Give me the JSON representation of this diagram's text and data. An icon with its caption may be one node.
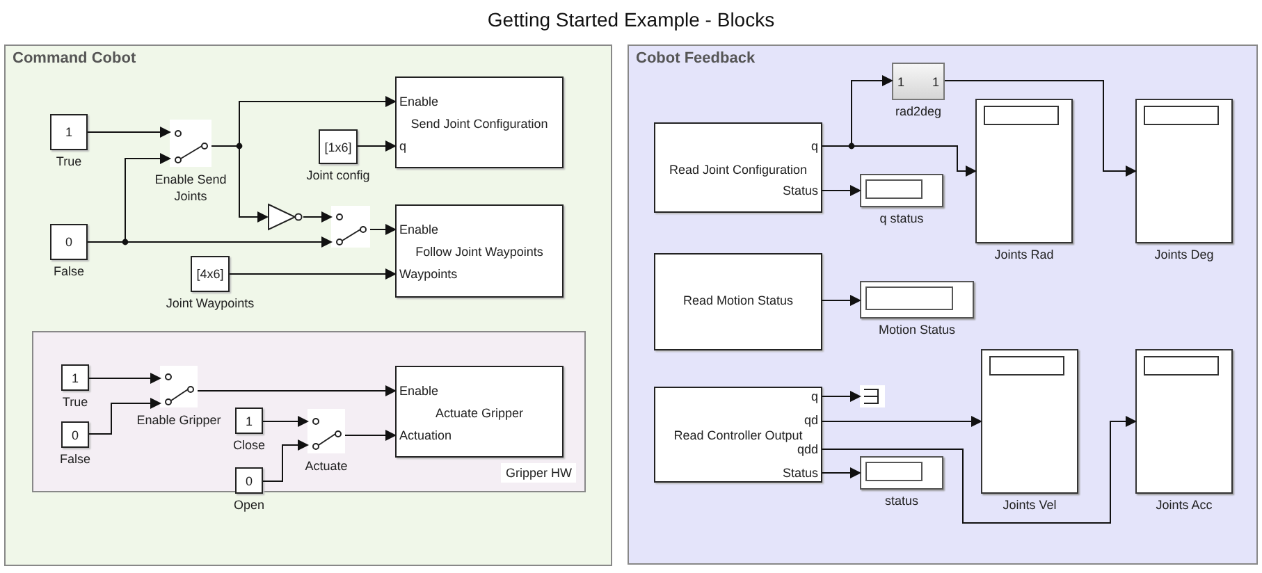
{
  "diagram": {
    "title": "Getting Started Example - Blocks",
    "nodes": [
      {
        "text": [
          "Command Cobot"
        ]
      },
      {
        "text": [
          "1"
        ],
        "in": 0,
        "beside": [
          "True"
        ]
      },
      {
        "text": [],
        "shape": "switch",
        "in": 0,
        "beside": [
          "Enable Send Joints"
        ]
      },
      {
        "text": [
          "0"
        ],
        "in": 0,
        "beside": [
          "False"
        ]
      },
      {
        "text": [
          "Enable",
          "Send Joint Configuration",
          "q"
        ],
        "in": 0
      },
      {
        "text": [
          "[1x6]"
        ],
        "in": 0,
        "beside": [
          "Joint config"
        ]
      },
      {
        "text": [],
        "shape": "triangle",
        "in": 0
      },
      {
        "text": [],
        "shape": "switch",
        "in": 0
      },
      {
        "text": [
          "Enable",
          "Follow Joint Waypoints",
          "Waypoints"
        ],
        "in": 0
      },
      {
        "text": [
          "[4x6]"
        ],
        "in": 0,
        "beside": [
          "Joint Waypoints"
        ]
      },
      {
        "text": [
          "Gripper HW"
        ],
        "in": 0
      },
      {
        "text": [
          "1"
        ],
        "in": 10,
        "beside": [
          "True"
        ]
      },
      {
        "text": [
          "0"
        ],
        "in": 10,
        "beside": [
          "False"
        ]
      },
      {
        "text": [],
        "shape": "switch",
        "in": 10,
        "beside": [
          "Enable Gripper"
        ]
      },
      {
        "text": [
          "1"
        ],
        "in": 10,
        "beside": [
          "Close"
        ]
      },
      {
        "text": [
          "0"
        ],
        "in": 10,
        "beside": [
          "Open"
        ]
      },
      {
        "text": [],
        "shape": "switch",
        "in": 10,
        "beside": [
          "Actuate"
        ]
      },
      {
        "text": [
          "Enable",
          "Actuate Gripper",
          "Actuation"
        ],
        "in": 10
      },
      {
        "text": [
          "Cobot Feedback"
        ]
      },
      {
        "text": [
          "q",
          "Read Joint Configuration",
          "Status"
        ],
        "in": 18
      },
      {
        "text": [
          "1",
          "1"
        ],
        "in": 18,
        "beside": [
          "rad2deg"
        ]
      },
      {
        "text": [],
        "shape": "box",
        "in": 18,
        "beside": [
          "Joints Rad"
        ]
      },
      {
        "text": [],
        "shape": "box",
        "in": 18,
        "beside": [
          "Joints Deg"
        ]
      },
      {
        "text": [],
        "shape": "box",
        "in": 18,
        "beside": [
          "q status"
        ]
      },
      {
        "text": [
          "Read Motion Status"
        ],
        "in": 18
      },
      {
        "text": [],
        "shape": "box",
        "in": 18,
        "beside": [
          "Motion Status"
        ]
      },
      {
        "text": [
          "q",
          "qd",
          "Read Controller Output",
          "qdd",
          "Status"
        ],
        "in": 18
      },
      {
        "text": [],
        "shape": "terminator",
        "in": 18
      },
      {
        "text": [],
        "shape": "box",
        "in": 18,
        "beside": [
          "status"
        ]
      },
      {
        "text": [],
        "shape": "box",
        "in": 18,
        "beside": [
          "Joints Vel"
        ]
      },
      {
        "text": [],
        "shape": "box",
        "in": 18,
        "beside": [
          "Joints Acc"
        ]
      }
    ],
    "edges": [
      {
        "from": 1,
        "to": 2,
        "arrow": "to"
      },
      {
        "from": 3,
        "to": 2,
        "arrow": "to"
      },
      {
        "from": 2,
        "to": 4,
        "arrow": "to"
      },
      {
        "from": 2,
        "to": 6,
        "arrow": "to"
      },
      {
        "from": 5,
        "to": 4,
        "arrow": "to"
      },
      {
        "from": 6,
        "to": 7,
        "arrow": "to"
      },
      {
        "from": 3,
        "to": 7,
        "arrow": "to"
      },
      {
        "from": 7,
        "to": 8,
        "arrow": "to"
      },
      {
        "from": 9,
        "to": 8,
        "arrow": "to"
      },
      {
        "from": 11,
        "to": 13,
        "arrow": "to"
      },
      {
        "from": 12,
        "to": 13,
        "arrow": "to"
      },
      {
        "from": 13,
        "to": 17,
        "arrow": "to"
      },
      {
        "from": 14,
        "to": 16,
        "arrow": "to"
      },
      {
        "from": 15,
        "to": 16,
        "arrow": "to"
      },
      {
        "from": 16,
        "to": 17,
        "arrow": "to"
      },
      {
        "from": 19,
        "to": 20,
        "arrow": "to"
      },
      {
        "from": 19,
        "to": 21,
        "arrow": "to"
      },
      {
        "from": 20,
        "to": 22,
        "arrow": "to"
      },
      {
        "from": 19,
        "to": 23,
        "arrow": "to"
      },
      {
        "from": 24,
        "to": 25,
        "arrow": "to"
      },
      {
        "from": 26,
        "to": 27,
        "arrow": "to"
      },
      {
        "from": 26,
        "to": 29,
        "arrow": "to"
      },
      {
        "from": 26,
        "to": 30,
        "arrow": "to"
      },
      {
        "from": 26,
        "to": 28,
        "arrow": "to"
      }
    ]
  }
}
